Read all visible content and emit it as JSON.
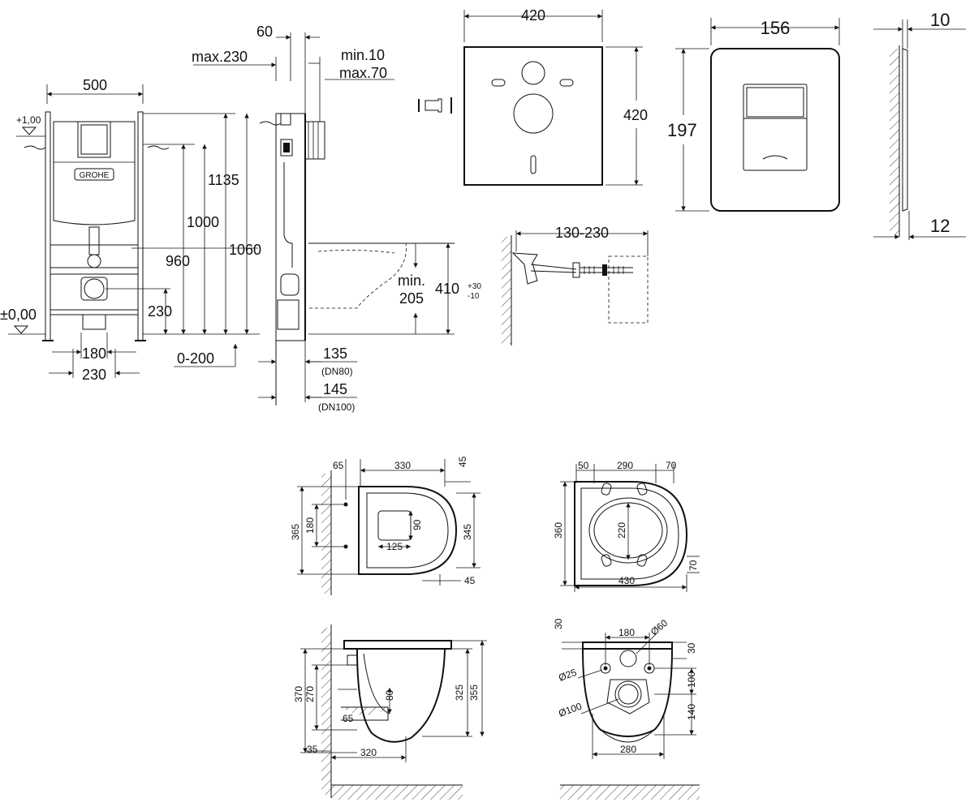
{
  "frame_front": {
    "width": "500",
    "height_1135": "1135",
    "height_1000": "1000",
    "height_960": "960",
    "height_1060": "1060",
    "height_230": "230",
    "spacing_180": "180",
    "spacing_230": "230",
    "level_top": "+1,00",
    "level_zero": "±0,00",
    "brand_logo_text": "GROHE"
  },
  "frame_side": {
    "depth_60": "60",
    "max_230": "max.230",
    "min_10": "min.10",
    "max_70": "max.70",
    "adjust_0_200": "0-200",
    "pipe_135": "135",
    "pipe_dn80": "(DN80)",
    "pipe_145": "145",
    "pipe_dn100": "(DN100)",
    "min_label": "min.",
    "min_205": "205",
    "height_410": "410",
    "tol_plus": "+30",
    "tol_minus": "-10"
  },
  "sound_mat": {
    "width": "420",
    "height": "420"
  },
  "bolt": {
    "length": "130-230"
  },
  "flush_plate": {
    "width": "156",
    "height": "197",
    "depth_10": "10",
    "depth_12": "12"
  },
  "bowl_top": {
    "d65": "65",
    "d330": "330",
    "d45_top": "45",
    "d365": "365",
    "d180": "180",
    "d90": "90",
    "d125": "125",
    "d345": "345",
    "d45_bottom": "45"
  },
  "seat_top": {
    "d50": "50",
    "d290": "290",
    "d70_top": "70",
    "d360": "360",
    "d220": "220",
    "d70_side": "70",
    "d430": "430"
  },
  "bowl_side": {
    "d370": "370",
    "d270": "270",
    "d80": "80",
    "d325": "325",
    "d355": "355",
    "d65": "65",
    "d35": "35",
    "d320": "320"
  },
  "bowl_back": {
    "d30_left": "30",
    "d180": "180",
    "dia60": "Ø60",
    "d30_right": "30",
    "dia25": "Ø25",
    "d100": "100",
    "dia100": "Ø100",
    "d140": "140",
    "d280": "280"
  }
}
